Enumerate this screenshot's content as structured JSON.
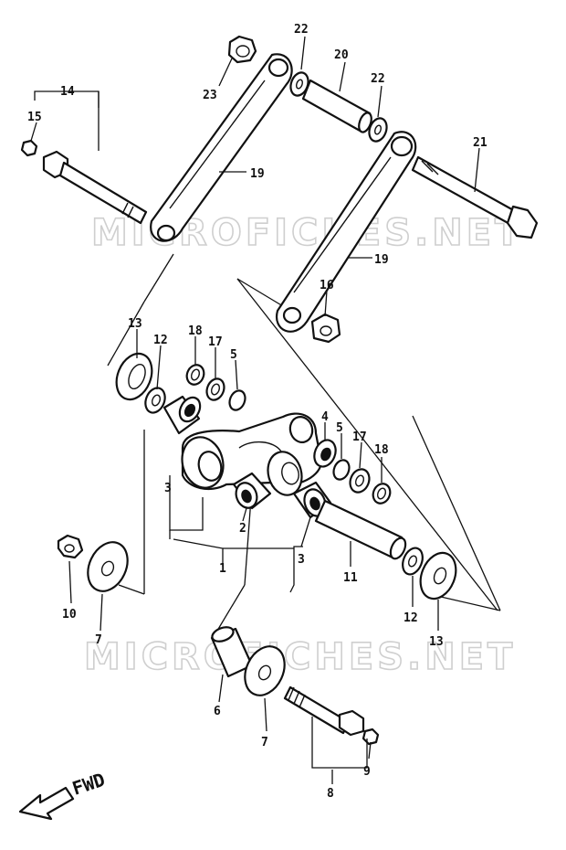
{
  "watermark": "MICROFICHES.NET",
  "direction_label": "FWD",
  "callouts": {
    "c1": "1",
    "c2": "2",
    "c3a": "3",
    "c3b": "3",
    "c4": "4",
    "c5a": "5",
    "c5b": "5",
    "c6": "6",
    "c7a": "7",
    "c7b": "7",
    "c8": "8",
    "c9": "9",
    "c10": "10",
    "c11": "11",
    "c12a": "12",
    "c12b": "12",
    "c13a": "13",
    "c13b": "13",
    "c14": "14",
    "c15": "15",
    "c16": "16",
    "c17a": "17",
    "c17b": "17",
    "c18a": "18",
    "c18b": "18",
    "c19a": "19",
    "c19b": "19",
    "c20": "20",
    "c21": "21",
    "c22a": "22",
    "c22b": "22",
    "c23": "23"
  }
}
